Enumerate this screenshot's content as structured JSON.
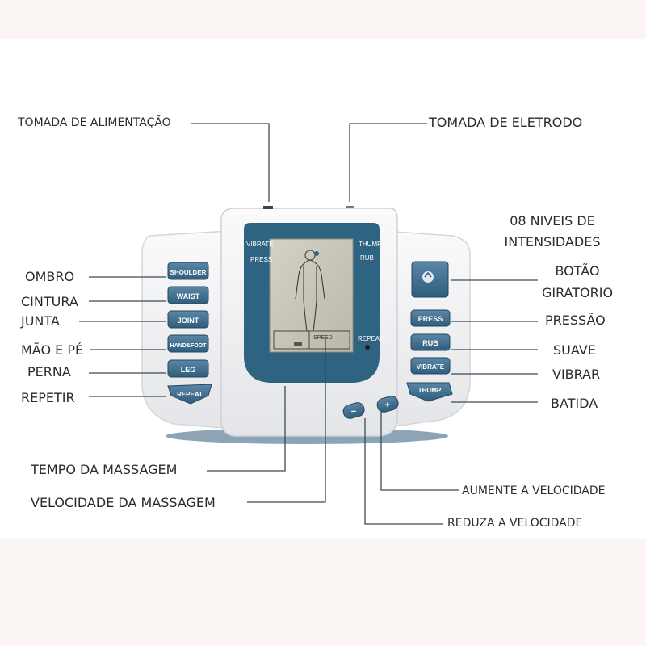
{
  "labels": {
    "power_socket": "TOMADA DE ALIMENTAÇÃO",
    "electrode_socket": "TOMADA DE ELETRODO",
    "intensity_line1": "08 NIVEIS DE",
    "intensity_line2": "INTENSIDADES",
    "rotary_line1": "BOTÃO",
    "rotary_line2": "GIRATORIO",
    "shoulder": "OMBRO",
    "waist": "CINTURA",
    "joint": "JUNTA",
    "hand_foot": "MÃO E PÉ",
    "leg": "PERNA",
    "repeat": "REPETIR",
    "press": "PRESSÃO",
    "rub": "SUAVE",
    "vibrate": "VIBRAR",
    "thump": "BATIDA",
    "massage_time": "TEMPO DA MASSAGEM",
    "massage_speed": "VELOCIDADE DA MASSAGEM",
    "speed_up": "AUMENTE A VELOCIDADE",
    "speed_down": "REDUZA A  VELOCIDADE"
  },
  "device": {
    "left_buttons": [
      "SHOULDER",
      "WAIST",
      "JOINT",
      "HAND&FOOT",
      "LEG",
      "REPEAT"
    ],
    "right_buttons": [
      "PRESS",
      "RUB",
      "VIBRATE",
      "THUMP"
    ],
    "screen": {
      "vibrate": "VIBRATE",
      "press": "PRESS",
      "thump": "THUMP",
      "rub": "RUB",
      "repeat": "REPEAT",
      "speed": "SPEED"
    },
    "minus": "−",
    "plus": "+"
  },
  "colors": {
    "body": "#f1f1f3",
    "panel_blue": "#2f6382",
    "button": "#3f6f90",
    "line": "#3a4a55"
  }
}
